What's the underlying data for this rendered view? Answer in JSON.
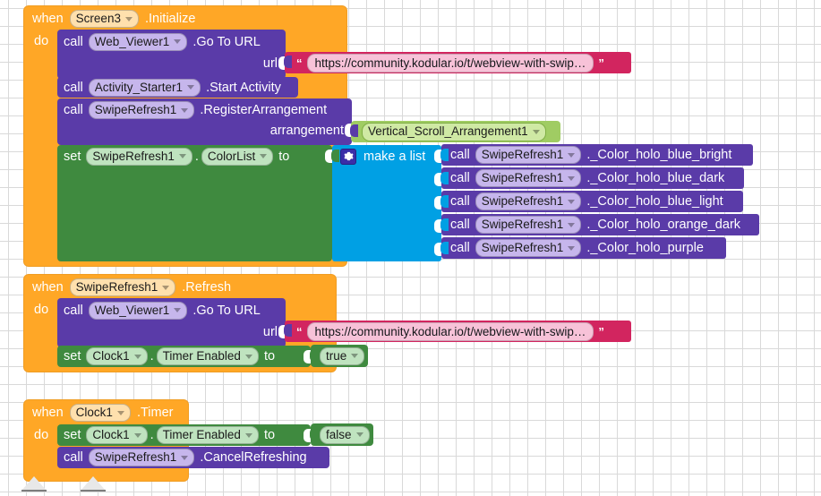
{
  "app": {
    "editor": "blocks-editor",
    "background": "#ffffff",
    "grid_mark": "plus"
  },
  "colors": {
    "event_orange": "#ffa726",
    "call_purple": "#5a3ba8",
    "set_green": "#3f8a3f",
    "list_cyan": "#00a0e4",
    "text_pink": "#d2255f",
    "component_lime": "#a0cc63",
    "field_purple": "#c6b6ec",
    "field_green": "#bfe3bf",
    "field_orange": "#ffe0ad",
    "field_pink": "#f7c2d8"
  },
  "labels": {
    "when": "when",
    "do": "do",
    "call": "call",
    "set": "set",
    "to": "to",
    "dot": ".",
    "quote_open": "“",
    "quote_close": "”",
    "url_param": "url",
    "arrangement_param": "arrangement",
    "make_a_list": "make a list"
  },
  "blocks": [
    {
      "id": "screen3-initialize",
      "type": "event",
      "component": "Screen3",
      "event": ".Initialize",
      "body": [
        {
          "id": "webviewer1-gotourl-1",
          "type": "call",
          "component": "Web_Viewer1",
          "method": ".Go To URL",
          "param_label": "url",
          "value": {
            "type": "text",
            "text": "https://community.kodular.io/t/webview-with-swip…"
          }
        },
        {
          "id": "activitystarter1-startactivity",
          "type": "call",
          "component": "Activity_Starter1",
          "method": ".Start Activity"
        },
        {
          "id": "swiperefresh1-registerarrangement",
          "type": "call",
          "component": "SwipeRefresh1",
          "method": ".RegisterArrangement",
          "param_label": "arrangement",
          "value": {
            "type": "component",
            "text": "Vertical_Scroll_Arrangement1"
          }
        },
        {
          "id": "set-swiperefresh1-colorlist",
          "type": "set",
          "component": "SwipeRefresh1",
          "property": "ColorList",
          "value": {
            "type": "make-a-list",
            "label": "make a list",
            "items": [
              {
                "component": "SwipeRefresh1",
                "method": "._Color_holo_blue_bright"
              },
              {
                "component": "SwipeRefresh1",
                "method": "._Color_holo_blue_dark"
              },
              {
                "component": "SwipeRefresh1",
                "method": "._Color_holo_blue_light"
              },
              {
                "component": "SwipeRefresh1",
                "method": "._Color_holo_orange_dark"
              },
              {
                "component": "SwipeRefresh1",
                "method": "._Color_holo_purple"
              }
            ]
          }
        }
      ]
    },
    {
      "id": "swiperefresh1-refresh",
      "type": "event",
      "component": "SwipeRefresh1",
      "event": ".Refresh",
      "body": [
        {
          "id": "webviewer1-gotourl-2",
          "type": "call",
          "component": "Web_Viewer1",
          "method": ".Go To URL",
          "param_label": "url",
          "value": {
            "type": "text",
            "text": "https://community.kodular.io/t/webview-with-swip…"
          }
        },
        {
          "id": "set-clock1-timerenabled-true",
          "type": "set",
          "component": "Clock1",
          "property": "Timer Enabled",
          "value": {
            "type": "logic",
            "text": "true"
          }
        }
      ]
    },
    {
      "id": "clock1-timer",
      "type": "event",
      "component": "Clock1",
      "event": ".Timer",
      "body": [
        {
          "id": "set-clock1-timerenabled-false",
          "type": "set",
          "component": "Clock1",
          "property": "Timer Enabled",
          "value": {
            "type": "logic",
            "text": "false"
          }
        },
        {
          "id": "swiperefresh1-cancelrefreshing",
          "type": "call",
          "component": "SwipeRefresh1",
          "method": ".CancelRefreshing"
        }
      ]
    }
  ],
  "markers": [
    {
      "name": "collapse-marker-1"
    },
    {
      "name": "collapse-marker-2"
    }
  ]
}
